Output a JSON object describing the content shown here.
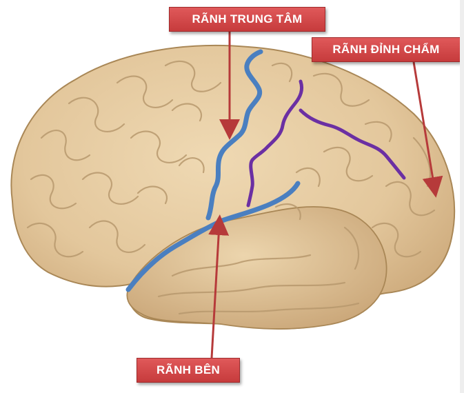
{
  "labels": {
    "central_sulcus": "RÃNH TRUNG TÂM",
    "parieto_occipital_sulcus": "RÃNH ĐỈNH CHẨM",
    "lateral_sulcus": "RÃNH BÊN"
  },
  "colors": {
    "label_bg": "#d54a4b",
    "label_text": "#ffffff",
    "brain_fill": "#e3c9a0",
    "gyri_line": "#b8996e",
    "central_and_lateral_line": "#4a7fc0",
    "parieto_occipital_line": "#6b2fa3",
    "arrow": "#b63a3a"
  }
}
